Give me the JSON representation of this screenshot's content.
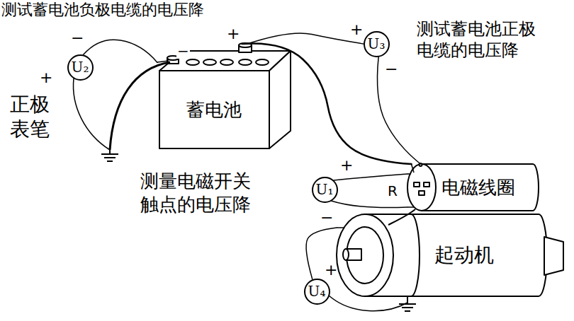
{
  "diagram": {
    "nodes": [
      {
        "text": [
          "蓄电池"
        ]
      },
      {
        "text": [
          "U₂"
        ]
      },
      {
        "text": [
          "U₃"
        ]
      },
      {
        "text": [
          "U₁"
        ]
      },
      {
        "text": [
          "电磁线圈"
        ]
      },
      {
        "text": [
          "起动机"
        ]
      },
      {
        "text": [
          "U₄"
        ]
      }
    ],
    "edges": [
      {
        "from": 0,
        "to": 4,
        "arrow": "none"
      },
      {
        "from": 1,
        "to": 0,
        "arrow": "none"
      },
      {
        "from": 2,
        "to": 0,
        "arrow": "none"
      },
      {
        "from": 2,
        "to": 4,
        "arrow": "none"
      },
      {
        "from": 3,
        "to": 4,
        "arrow": "none"
      },
      {
        "from": 3,
        "to": 4,
        "arrow": "none"
      },
      {
        "from": 6,
        "to": 5,
        "arrow": "none"
      }
    ],
    "labels": [
      "测试蓄电池负极电缆的电压降",
      "测试蓄电池正极 电缆的电压降",
      "测量电磁开关 触点的电压降",
      "正极 表笔",
      "−",
      "+",
      "−",
      "+",
      "+",
      "−",
      "R",
      "+",
      "−",
      "+"
    ]
  }
}
